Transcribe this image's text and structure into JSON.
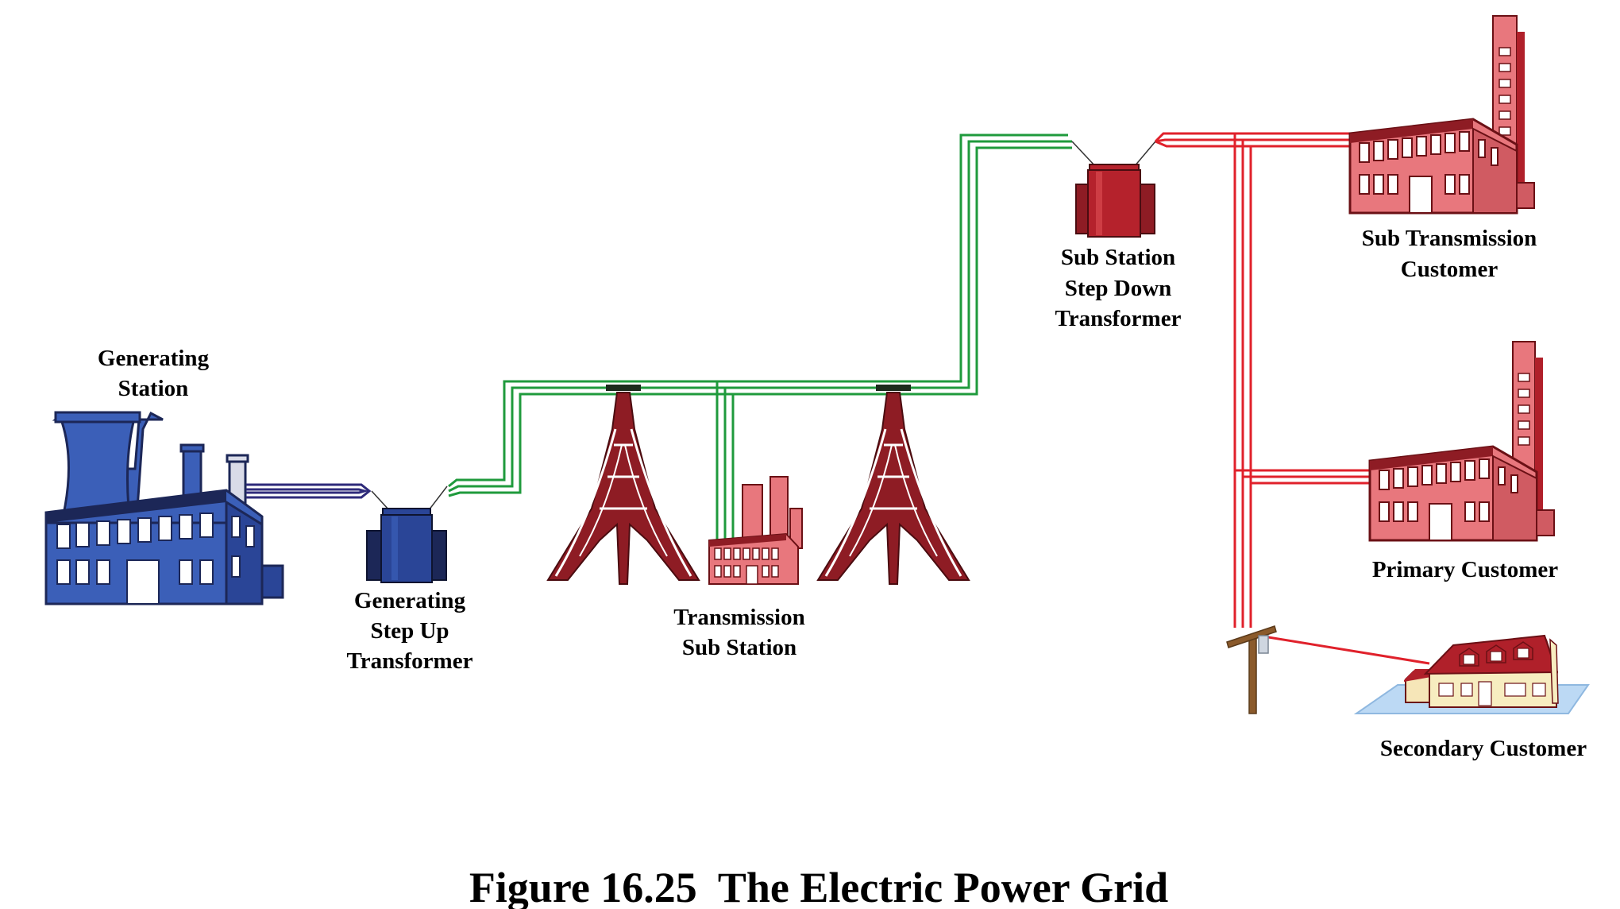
{
  "labels": {
    "generating_station": [
      "Generating",
      "Station"
    ],
    "step_up": [
      "Generating",
      "Step Up",
      "Transformer"
    ],
    "transmission_sub": [
      "Transmission",
      "Sub Station"
    ],
    "step_down": [
      "Sub Station",
      "Step Down",
      "Transformer"
    ],
    "sub_transmission_customer": [
      "Sub Transmission",
      "Customer"
    ],
    "primary_customer": "Primary Customer",
    "secondary_customer": "Secondary Customer"
  },
  "caption": "Figure 16.25  The Electric Power Grid",
  "colors": {
    "generation": "#3b5fb8",
    "generation_dark": "#1c2757",
    "transmission_wire": "#1f9a3c",
    "tower": "#8e1c24",
    "distribution_wire": "#e0212b",
    "customer_building": "#e8777d",
    "customer_roof": "#b0202a",
    "transformer_red": "#b5222c"
  }
}
